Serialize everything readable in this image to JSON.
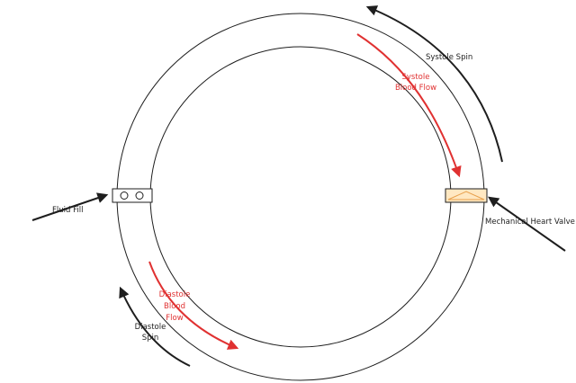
{
  "labels": {
    "systole_spin": "Systole Spin",
    "systole_flow_line1": "Systole",
    "systole_flow_line2": "Blood Flow",
    "fluid_fill": "Fluid Fill",
    "valve": "Mechanical Heart Valve",
    "diastole_flow_line1": "Diastole",
    "diastole_flow_line2": "Blood",
    "diastole_flow_line3": "Flow",
    "diastole_spin_line1": "Diastole",
    "diastole_spin_line2": "Spin"
  },
  "colors": {
    "stroke": "#1e1e1e",
    "flow_red": "#e03131",
    "valve_fill": "#ffe8c2",
    "valve_stroke": "#e8a04b"
  }
}
